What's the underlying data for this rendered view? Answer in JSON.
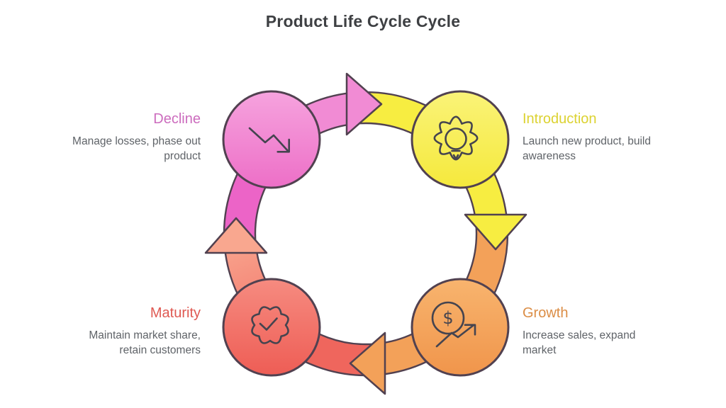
{
  "title": "Product Life Cycle Cycle",
  "diagram": {
    "type": "cycle",
    "direction": "clockwise",
    "cycle_order": [
      "Introduction",
      "Growth",
      "Maturity",
      "Decline"
    ],
    "stages": [
      {
        "name": "Introduction",
        "description": "Launch new product, build awareness",
        "icon": "gear-lightbulb-icon",
        "node_color": "#f5e93c",
        "label_color": "#dcd231"
      },
      {
        "name": "Growth",
        "description": "Increase sales, expand market",
        "icon": "dollar-trending-up-icon",
        "icon_text": "$",
        "node_color": "#f0954b",
        "label_color": "#db8d45"
      },
      {
        "name": "Maturity",
        "description": "Maintain market share, retain customers",
        "icon": "badge-checkmark-icon",
        "node_color": "#ee5d55",
        "label_color": "#df5952"
      },
      {
        "name": "Decline",
        "description": "Manage losses, phase out product",
        "icon": "trending-down-icon",
        "node_color": "#ec6cc6",
        "label_color": "#cc6cbe"
      }
    ],
    "arrow_colors": {
      "decline_to_introduction": "#f18bd4",
      "introduction_to_growth": "#f7ed41",
      "growth_to_maturity": "#f3a159",
      "maturity_to_decline": "#f9a78f"
    },
    "text_color": "#5f6368",
    "outline_color": "#514150",
    "title_color": "#3e4043"
  }
}
